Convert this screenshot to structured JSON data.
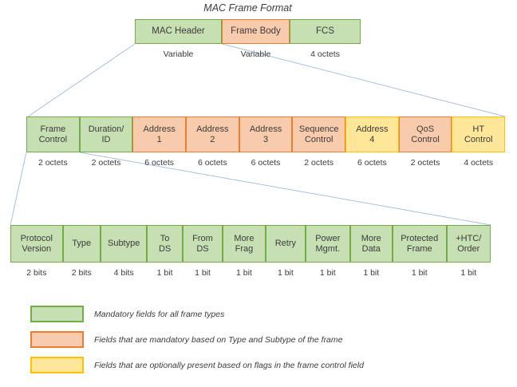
{
  "title": "MAC Frame Format",
  "colors": {
    "green_fill": "#C6E0B4",
    "green_border": "#70AD47",
    "orange_fill": "#F8CBAD",
    "orange_border": "#ED7D31",
    "yellow_fill": "#FFE699",
    "yellow_border": "#FFC000",
    "line": "#A9BFE2",
    "text": "#3B3B3B"
  },
  "rows": {
    "mac_frame": {
      "cells": [
        {
          "lines": [
            "MAC Header"
          ],
          "size": "Variable",
          "color": "green"
        },
        {
          "lines": [
            "Frame Body"
          ],
          "size": "Variable",
          "color": "orange"
        },
        {
          "lines": [
            "FCS"
          ],
          "size": "4 octets",
          "color": "green"
        }
      ]
    },
    "mac_header": {
      "cells": [
        {
          "lines": [
            "Frame",
            "Control"
          ],
          "size": "2 octets",
          "color": "green"
        },
        {
          "lines": [
            "Duration/",
            "ID"
          ],
          "size": "2 octets",
          "color": "green"
        },
        {
          "lines": [
            "Address",
            "1"
          ],
          "size": "6 octets",
          "color": "orange"
        },
        {
          "lines": [
            "Address",
            "2"
          ],
          "size": "6 octets",
          "color": "orange"
        },
        {
          "lines": [
            "Address",
            "3"
          ],
          "size": "6 octets",
          "color": "orange"
        },
        {
          "lines": [
            "Sequence",
            "Control"
          ],
          "size": "2 octets",
          "color": "orange"
        },
        {
          "lines": [
            "Address",
            "4"
          ],
          "size": "6 octets",
          "color": "yellow"
        },
        {
          "lines": [
            "QoS",
            "Control"
          ],
          "size": "2 octets",
          "color": "orange"
        },
        {
          "lines": [
            "HT",
            "Control"
          ],
          "size": "4 octets",
          "color": "yellow"
        }
      ]
    },
    "frame_control": {
      "cells": [
        {
          "lines": [
            "Protocol",
            "Version"
          ],
          "size": "2 bits",
          "color": "green"
        },
        {
          "lines": [
            "Type"
          ],
          "size": "2 bits",
          "color": "green"
        },
        {
          "lines": [
            "Subtype"
          ],
          "size": "4 bits",
          "color": "green"
        },
        {
          "lines": [
            "To",
            "DS"
          ],
          "size": "1 bit",
          "color": "green"
        },
        {
          "lines": [
            "From",
            "DS"
          ],
          "size": "1 bit",
          "color": "green"
        },
        {
          "lines": [
            "More",
            "Frag"
          ],
          "size": "1 bit",
          "color": "green"
        },
        {
          "lines": [
            "Retry"
          ],
          "size": "1 bit",
          "color": "green"
        },
        {
          "lines": [
            "Power",
            "Mgmt."
          ],
          "size": "1 bit",
          "color": "green"
        },
        {
          "lines": [
            "More",
            "Data"
          ],
          "size": "1 bit",
          "color": "green"
        },
        {
          "lines": [
            "Protected",
            "Frame"
          ],
          "size": "1 bit",
          "color": "green"
        },
        {
          "lines": [
            "+HTC/",
            "Order"
          ],
          "size": "1 bit",
          "color": "green"
        }
      ]
    }
  },
  "legend": {
    "items": [
      {
        "color": "green",
        "text": "Mandatory fields for all frame types"
      },
      {
        "color": "orange",
        "text": "Fields that are mandatory based on Type and Subtype of the frame"
      },
      {
        "color": "yellow",
        "text": "Fields that are optionally present based on flags in the frame control field"
      }
    ]
  }
}
